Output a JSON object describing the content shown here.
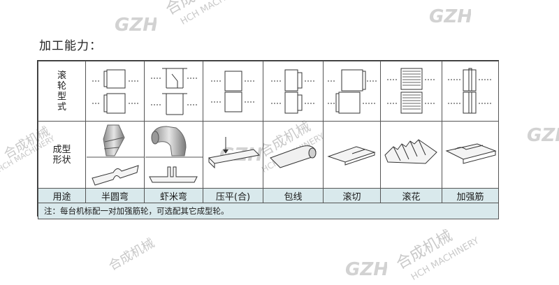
{
  "watermark": {
    "cn": "合成机械",
    "en": "HCH MACHINERY",
    "trademark": "®"
  },
  "heading": "加工能力：",
  "table": {
    "row_labels": {
      "roller": [
        "滚",
        "轮",
        "型",
        "式"
      ],
      "shape": [
        "成型",
        "形状"
      ],
      "usage": "用途"
    },
    "usages": [
      "半圆弯",
      "虾米弯",
      "压平(合)",
      "包线",
      "滚切",
      "滚花",
      "加强筋"
    ],
    "note": "注：每台机标配一对加强筋轮，可选配其它成型轮。"
  },
  "colors": {
    "usage_bg": "#d9e9ec",
    "border": "#333333",
    "watermark": "#c9c9c9"
  },
  "icons": [
    "roller-profile-icon",
    "elbow-pipe-icon",
    "sheet-profile-icon",
    "logo-gear-icon"
  ]
}
